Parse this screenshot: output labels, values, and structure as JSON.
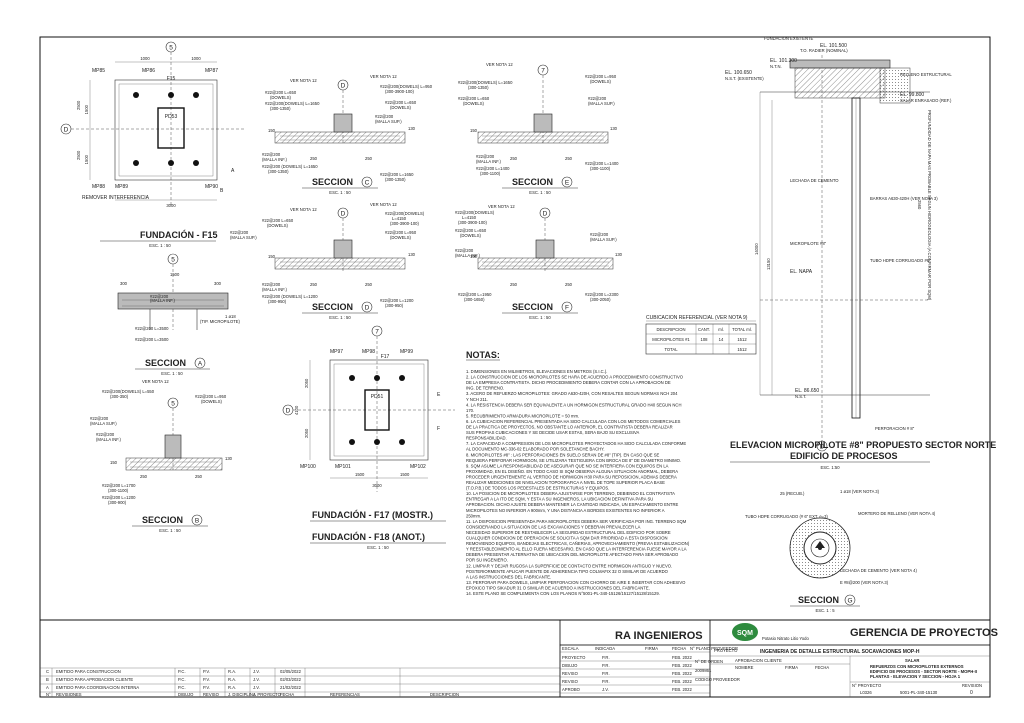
{
  "fundacion_f15": {
    "title": "FUNDACIÓN - F15",
    "scale": "ESC. 1 : 50",
    "axis_5": "5",
    "axis_d": "D",
    "pedestal": "PD53",
    "footing_tag": "F15",
    "micropiles": [
      "MP85",
      "MP86",
      "MP87",
      "MP88",
      "MP89",
      "MP90"
    ],
    "dims": [
      "1000",
      "1000",
      "1500",
      "1500",
      "2500",
      "2500",
      "3000"
    ],
    "note": "REMOVER INTERFERENCIA",
    "sections": [
      "A",
      "B"
    ]
  },
  "seccion_a": {
    "title": "SECCION",
    "letter": "A",
    "scale": "ESC. 1 : 50",
    "axis": "5",
    "labels": [
      "#22@200",
      "(MALLA INF.)",
      "#22@200 L=3500",
      "#22@200 L=3500",
      "(TIP. MICROPILOTE)",
      "1 ø18"
    ],
    "dims": [
      "300",
      "300",
      "1500"
    ]
  },
  "seccion_b": {
    "title": "SECCION",
    "letter": "B",
    "scale": "ESC. 1 : 50",
    "axis": "5",
    "labels": [
      "VER NOTA 12",
      "#22@200(DOWELS) L=550",
      "(300-350)",
      "#22@200 L=950",
      "(DOWELS)",
      "#22@200",
      "(MALLA SUP.)",
      "#22@200",
      "(MALLA INF.)",
      "#22@200 L=1700",
      "(300-1100)",
      "#22@200 L=1200",
      "(300-900)"
    ],
    "dims": [
      "250",
      "250",
      "150",
      "130"
    ]
  },
  "seccion_c": {
    "title": "SECCION",
    "letter": "C",
    "scale": "ESC. 1 : 50",
    "axis": "D",
    "labels": [
      "VER NOTA 12",
      "VER NOTA 12",
      "#22@200 L=650",
      "(DOWELS)",
      "#22@200(DOWELS) L=1650",
      "(300-1350)",
      "#22@200(DOWELS) L=950",
      "(300-3900-100)",
      "#22@200 L=650",
      "(DOWELS)",
      "#22@200",
      "(MALLA SUP.)",
      "#22@200",
      "(MALLA INF.)",
      "#22@200 (DOWELS) L=1650",
      "(300-1350)",
      "#22@200 L=1650",
      "(300-1350)"
    ],
    "dims": [
      "250",
      "250",
      "150",
      "130"
    ]
  },
  "seccion_d": {
    "title": "SECCION",
    "letter": "D",
    "scale": "ESC. 1 : 50",
    "axis": "D",
    "labels": [
      "VER NOTA 12",
      "VER NOTA 12",
      "#22@200 L=650",
      "(DOWELS)",
      "#22@200(DOWELS)",
      "L=4150",
      "(300-3900-100)",
      "#22@200 L=950",
      "(DOWELS)",
      "#22@200",
      "(MALLA SUP.)",
      "#22@200",
      "(MALLA INF.)",
      "#22@200 (DOWELS) L=1200",
      "(300-950)",
      "#22@200 L=1200",
      "(300-950)"
    ],
    "dims": [
      "250",
      "250",
      "150",
      "130"
    ]
  },
  "seccion_e": {
    "title": "SECCION",
    "letter": "E",
    "scale": "ESC. 1 : 50",
    "axis": "7",
    "labels": [
      "VER NOTA 12",
      "#22@200(DOWELS) L=1650",
      "(300-1350)",
      "#22@200 L=950",
      "(DOWELS)",
      "#22@200 L=650",
      "(DOWELS)",
      "#22@200",
      "(MALLA SUP.)",
      "#22@200",
      "(MALLA INF.)",
      "#22@200 L=1400",
      "(300-1100)",
      "#22@200 L=1400",
      "(300-1100)"
    ],
    "dims": [
      "250",
      "250",
      "150",
      "130"
    ]
  },
  "seccion_f": {
    "title": "SECCION",
    "letter": "F",
    "scale": "ESC. 1 : 50",
    "axis": "D",
    "labels": [
      "VER NOTA 12",
      "#22@200(DOWELS)",
      "L=4150",
      "(300-3900-100)",
      "#22@200 L=650",
      "(DOWELS)",
      "#22@200",
      "(MALLA SUP.)",
      "#22@200",
      "(MALLA INF.)",
      "#22@200 L=1950",
      "(300-1650)",
      "#22@200 L=2300",
      "(300-2050)"
    ],
    "dims": [
      "250",
      "250",
      "150",
      "130"
    ]
  },
  "fundacion_f17": {
    "title1": "FUNDACIÓN - F17 (MOSTR.)",
    "title2": "FUNDACIÓN - F18 (ANOT.)",
    "scale": "ESC. 1 : 50",
    "axis_7": "7",
    "axis_d": "D",
    "pedestal": "PD51",
    "footing_tag": "F17",
    "micropiles": [
      "MP97",
      "MP98",
      "MP99",
      "MP100",
      "MP101",
      "MP102"
    ],
    "dims": [
      "2050",
      "2050",
      "4100",
      "1500",
      "1500",
      "3000"
    ],
    "sections": [
      "E",
      "F"
    ]
  },
  "cubicacion": {
    "title": "CUBICACION REFERENCIAL (VER NOTA 9)",
    "headers": [
      "DESCRIPCION",
      "CANT.",
      "ml.",
      "TOTAL ml."
    ],
    "rows": [
      [
        "MICROPILOTES #1",
        "108",
        "14",
        "1512"
      ],
      [
        "TOTAL",
        "",
        "",
        "1512"
      ]
    ]
  },
  "notas": {
    "title": "NOTAS:",
    "items": [
      "1.  DIMENSIONES EN MILIMETROS, ELEVACIONES EN METROS (S.I.C.).",
      "2.  LA CONSTRUCCION DE LOS MICROPILOTES SE HARA DE ACUERDO A PROCEDIMIENTO CONSTRUCTIVO",
      "    DE LA EMPRESA CONTRATISTA. DICHO PROCEDIMIENTO DEBERA CONTAR CON LA APROBACION DE",
      "    ING. DE TERRENO.",
      "3.  ACERO DE REFUERZO MICROPILOTES: GRADO A630-420H, CON RESALTES SEGUN NORMAS NCH 204",
      "    Y NCH 211.",
      "4.  LA RESISTENCIA DEBERA SER EQUIVALENTE A UN HORMIGON ESTRUCTURAL GRADO H40 SEGUN NCH",
      "    170.",
      "5.  RECUBRIMIENTO ARMADURA MICROPILOTE = 50 mm.",
      "6.  LA CUBICACION REFERENCIAL PRESENTADA HA SIDO CALCULADA CON LOS METODOS COMERCIALES",
      "    DE LA PRACTICA DE PROYECTOS, NO OBSTANTE LO ANTERIOR, EL CONTRATISTA DEBERA REALIZAR",
      "    SUS PROPIAS CUBICACIONES Y SE DECIDE USAR ESTAS, SERA BAJO SU EXCLUSIVA",
      "    RESPONSABILIDAD.",
      "7.  LA CAPACIDAD A COMPRESION DE LOS MICROPILOTES PROYECTADOS HA SIDO CALCULADA CONFORME",
      "    AL DOCUMENTO MC-336-02 ELABORADO POR SOLETANCHE BACHY.",
      "8.  MICROPILOTES #8\" : LAS PERFORACIONES EN SUELO SERAN DE #8\" (TIP). EN CASO QUE SE",
      "    REQUIERA PERFORAR HORMIGON, SE UTILIZARA TESTIGUERA CON BROCA DE 8\" DE DIAMETRO MINIMO.",
      "9.  SQM ASUME LA RESPONSABILIDAD DE ASEGURAR QUE NO SE INTERFIERA CON EQUIPOS EN LA",
      "    PROXIMIDAD, EN EL DISEÑO. EN TODO CASO SI SQM OBSERVA ALGUNA SITUACION ANORMAL, DEBERA",
      "    PROCEDER URGENTEMENTE AL VERTIDO DE HORMIGON H30 PARA SU REPOSICION, ADEMAS DEBERA",
      "    REALIZAR MEDICIONES DE NIVELACION TOPOGRAFICA A NIVEL DE TOPE SUPERIOR PLACA BASE",
      "    (T.O.P.B.) DE TODOS LOS PEDESTALES DE ESTRUCTURAS Y EQUIPOS.",
      "10. LA POSICION DE MICROPILOTES DEBERA AJUSTARSE POR TERRENO, DEBIENDO EL CONTRATISTA",
      "    ENTREGAR A LA ITO DE SQM, Y ESTA A SU INGENIEROS, LA UBICACION DEFINITIVA PARA SU",
      "    APROBACION. DICHO AJUSTE DEBERA MANTENER LA CANTIDAD INDICADA, UN ESPACIAMIENTO ENTRE",
      "    MICROPILOTES NO INFERIOR A 900mm, Y UNA DISTANCIA A BORDES EXISTENTES NO INFERIOR A",
      "    250mm.",
      "11. LA DISPOSICION PRESENTADA PARA MICROPILOTES DEBERA SER VERIFICADA POR ING. TERRENO SQM",
      "    CONSIDERANDO LA SITUACION DE LAS EXCAVACIONES Y DEBERAN PREVALECER LA",
      "    NECESIDAD SUPERIOR DE RESTABLECER LA SEGURIDAD ESTRUCTURAL DEL EDIFICIO POR SOBRE",
      "    CUALQUIER CONDICION DE OPERACION SE SOLICITA A SQM DAR PRIORIDAD A ESTA DISPOSICION",
      "    REMOVIENDO EQUIPOS, BANDEJAS ELECTRICAS, CAÑERIAS, APROVECHAMIENTO (PREVIA ESTABILIZACION)",
      "    Y REESTABLECIMIENTO AL ELLO FUERA NECESARIO, EN CASO QUE LA INTERFERENCIA FUESE MAYOR A LA",
      "    DEBERA PRESENTAR ALTERNATIVA DE UBICACION DEL MICROPILOTE AFECTADO PARA SER APROBADO",
      "    POR SU INGENIERO.",
      "12. LIMPIAR Y DEJAR RUGOSA LA SUPERFICIE DE CONTACTO ENTRE HORMIGON ANTIGUO Y NUEVO.",
      "    POSTERIORMENTE APLICAR PUENTE DE ADHERENCIA TIPO COLMAFIX 32 O SIMILAR DE ACUERDO",
      "    A LAS INSTRUCCIONES DEL FABRICANTE.",
      "13. PERFORAR PARA DOWELS, LIMPIAR PERFORACION CON CHORRO DE AIRE E INSERTAR CON ADHESIVO",
      "    EPOXICO TIPO SIKADUR 31 O SIMILAR DE ACUERDO A INSTRUCCIONES DEL FABRICANTE.",
      "14. ESTE PLANO SE COMPLEMENTA CON LOS PLANOS N°5001-PL-340-15126/15127/15128/15129."
    ]
  },
  "elevacion": {
    "title_line1": "ELEVACION MICROPILOTE #8\" PROPUESTO SECTOR NORTE",
    "title_line2": "EDIFICIO DE PROCESOS",
    "scale": "ESC. 1:50",
    "axis": "D",
    "levels": [
      "EL. 101.500",
      "EL. 101.300",
      "EL. 100.650",
      "EL. 99.800",
      "EL. NAPA",
      "EL. 86.650"
    ],
    "level_notes": [
      "T.O. RADIER (NOMINAL)",
      "N.T.N.",
      "N.S.T. (EXISTENTE)",
      "SALAR ENRASADO (REF.)",
      "",
      "N.S.T."
    ],
    "labels": [
      "FUNDACION EXISTENTE",
      "RELLENO ESTRUCTURAL",
      "LECHADA DE CEMENTO",
      "BARRAS A630-420H (VER NOTA 3)",
      "MICROPILOTE #8\"",
      "TUBO HDPE CORRUGADO #6\"",
      "PERFORACION # 8\""
    ],
    "side_text": "PROFUNDIDAD DE NAPA MAS PROBABLE SEGUN HIDROGEOLOGIA (A CONFIRMAR POR SQM)",
    "dims": [
      "14000",
      "13150",
      "2560"
    ]
  },
  "seccion_g": {
    "title": "SECCION",
    "letter": "G",
    "scale": "ESC. 1 : 5",
    "labels": [
      "25 (RECUB.)",
      "1 ø18 (VER NOTA 3)",
      "TUBO HDPE CORRUGADO (# 6\" EXT. e=3)",
      "MORTERO DE RELLENO (VER NOTA 4)",
      "LECHADA DE CEMENTO (VER NOTA 4)",
      "E #8@200 (VER NOTA 3)"
    ]
  },
  "title_block": {
    "company": "RA INGENIEROS",
    "client_logo": "SQM",
    "client_sub": "Potasio Nitrato Litio Yodo",
    "gerencia": "GERENCIA DE PROYECTOS",
    "proyecto_label": "PROYECTO",
    "proyecto": "INGENIERIA DE DETALLE ESTRUCTURAL SOCAVACIONES MOP-H",
    "aprobacion": "APROBACION CLIENTE",
    "aprob_headers": [
      "NOMBRE",
      "FIRMA",
      "FECHA"
    ],
    "area": "SALAR",
    "plan_title_lines": [
      "REFUERZOS CON MICROPILOTES EXTERNOS",
      "EDIFICIO DE PROCESOS - SECTOR NORTE - MOPH-II",
      "PLANTAS - ELEVACION Y SECCION - HOJA 1"
    ],
    "sqm_no_label": "N° PROYECTO",
    "sqm_no": "L0326",
    "plano_no": "5001-PL-340-15130",
    "revision_label": "REVISION",
    "revision": "0",
    "escala_label": "ESCALA",
    "escala": "INDICADA",
    "firma_label": "FIRMA",
    "fecha_label": "FECHA",
    "nplano_label": "N° PLANO PROVEEDOR",
    "roles": [
      [
        "PROYECTO",
        "P.R.",
        "FEB. 2022"
      ],
      [
        "DIBUJO",
        "P.R.",
        "FEB. 2022"
      ],
      [
        "REVISO",
        "P.R.",
        "FEB. 2022"
      ],
      [
        "REVISO",
        "P.R.",
        "FEB. 2022"
      ],
      [
        "APROBO",
        "J.V.",
        "FEB. 2022"
      ]
    ],
    "od_labels": [
      "N° DE ORDEN",
      "2009861",
      "CODIGO PROVEEDOR"
    ],
    "rev_rows": [
      [
        "C",
        "EMITIDO PARA CONSTRUCCION",
        "P.C.",
        "P.V.",
        "R.A.",
        "J.V.",
        "02/05/2022"
      ],
      [
        "B",
        "EMITIDO PARA APROBACION CLIENTE",
        "P.C.",
        "P.V.",
        "R.A.",
        "J.V.",
        "02/03/2022"
      ],
      [
        "A",
        "EMITIDO PARA COORDINACION INTERNA",
        "P.C.",
        "P.V.",
        "R.A.",
        "J.V.",
        "21/02/2022"
      ]
    ],
    "rev_headers": [
      "N°",
      "REVISIONES",
      "DIBUJO",
      "REVISO",
      "J. DISCIPLINA",
      "J. PROYECTO",
      "FECHA",
      "REFERENCIAS",
      "DESCRIPCION"
    ]
  }
}
